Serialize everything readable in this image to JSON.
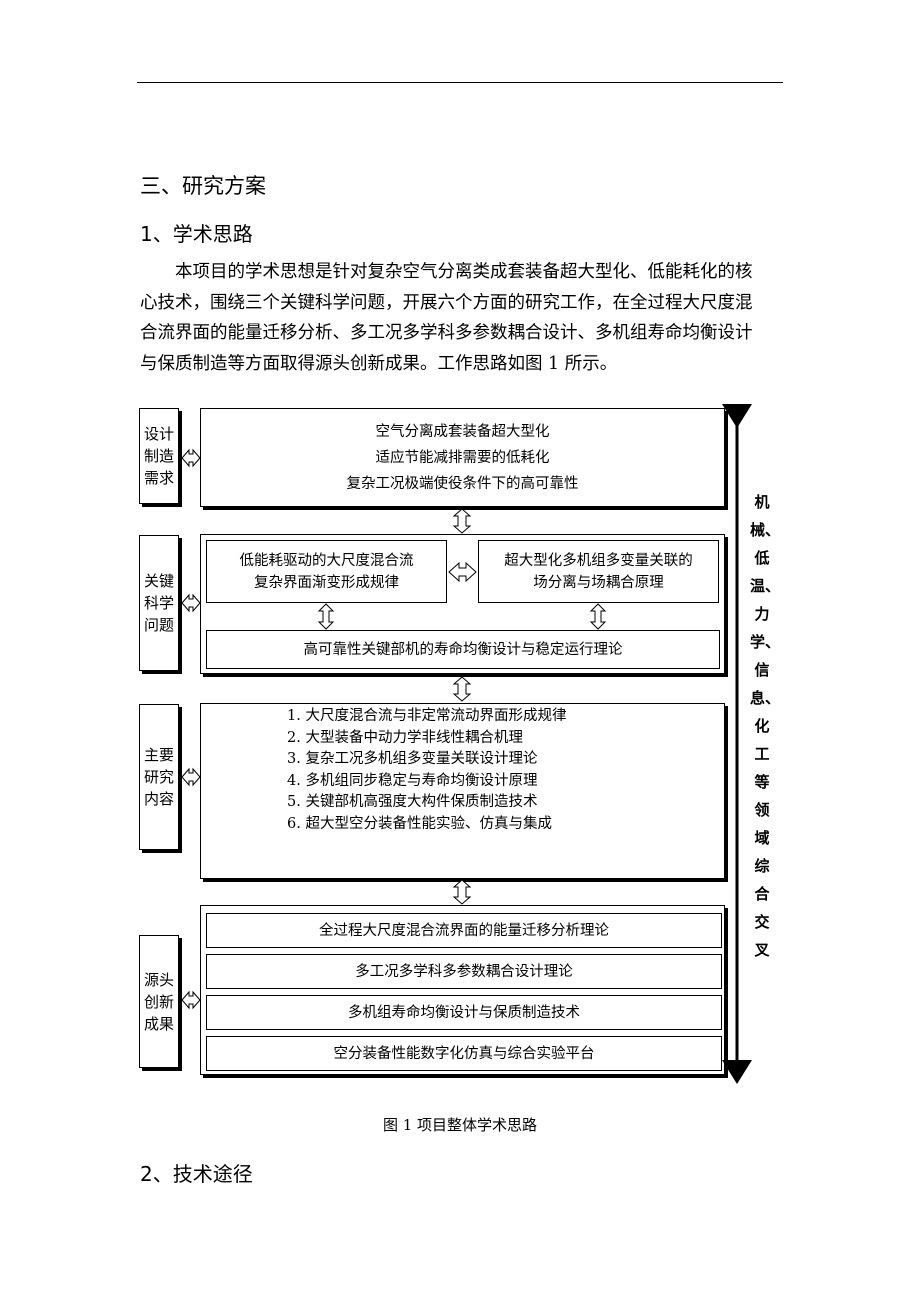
{
  "section_title": "三、研究方案",
  "sub1_title": "1、学术思路",
  "paragraph_lines": [
    "本项目的学术思想是针对复杂空气分离类成套装备超大型化、低能耗化的核",
    "心技术，围绕三个关键科学问题，开展六个方面的研究工作，在全过程大尺度混",
    "合流界面的能量迁移分析、多工况多学科多参数耦合设计、多机组寿命均衡设计",
    "与保质制造等方面取得源头创新成果。工作思路如图 1 所示。"
  ],
  "diagram": {
    "side_labels": {
      "design": "设计\n制造\n需求",
      "key": "关键\n科学\n问题",
      "main": "主要\n研究\n内容",
      "source": "源头\n创新\n成果"
    },
    "requirements": [
      "空气分离成套装备超大型化",
      "适应节能减排需要的低耗化",
      "复杂工况极端使役条件下的高可靠性"
    ],
    "key_left": "低能耗驱动的大尺度混合流\n复杂界面渐变形成规律",
    "key_right": "超大型化多机组多变量关联的\n场分离与场耦合原理",
    "key_bottom": "高可靠性关键部机的寿命均衡设计与稳定运行理论",
    "research_items": [
      "1.  大尺度混合流与非定常流动界面形成规律",
      "2.  大型装备中动力学非线性耦合机理",
      "3.  复杂工况多机组多变量关联设计理论",
      "4.  多机组同步稳定与寿命均衡设计原理",
      "5.  关键部机高强度大构件保质制造技术",
      "6.  超大型空分装备性能实验、仿真与集成"
    ],
    "outcomes": [
      "全过程大尺度混合流界面的能量迁移分析理论",
      "多工况多学科多参数耦合设计理论",
      "多机组寿命均衡设计与保质制造技术",
      "空分装备性能数字化仿真与综合实验平台"
    ],
    "vertical_label": "机械、低温、力学、信息、化工等领域综合交叉"
  },
  "caption": "图 1  项目整体学术思路",
  "sub2_title": "2、技术途径"
}
